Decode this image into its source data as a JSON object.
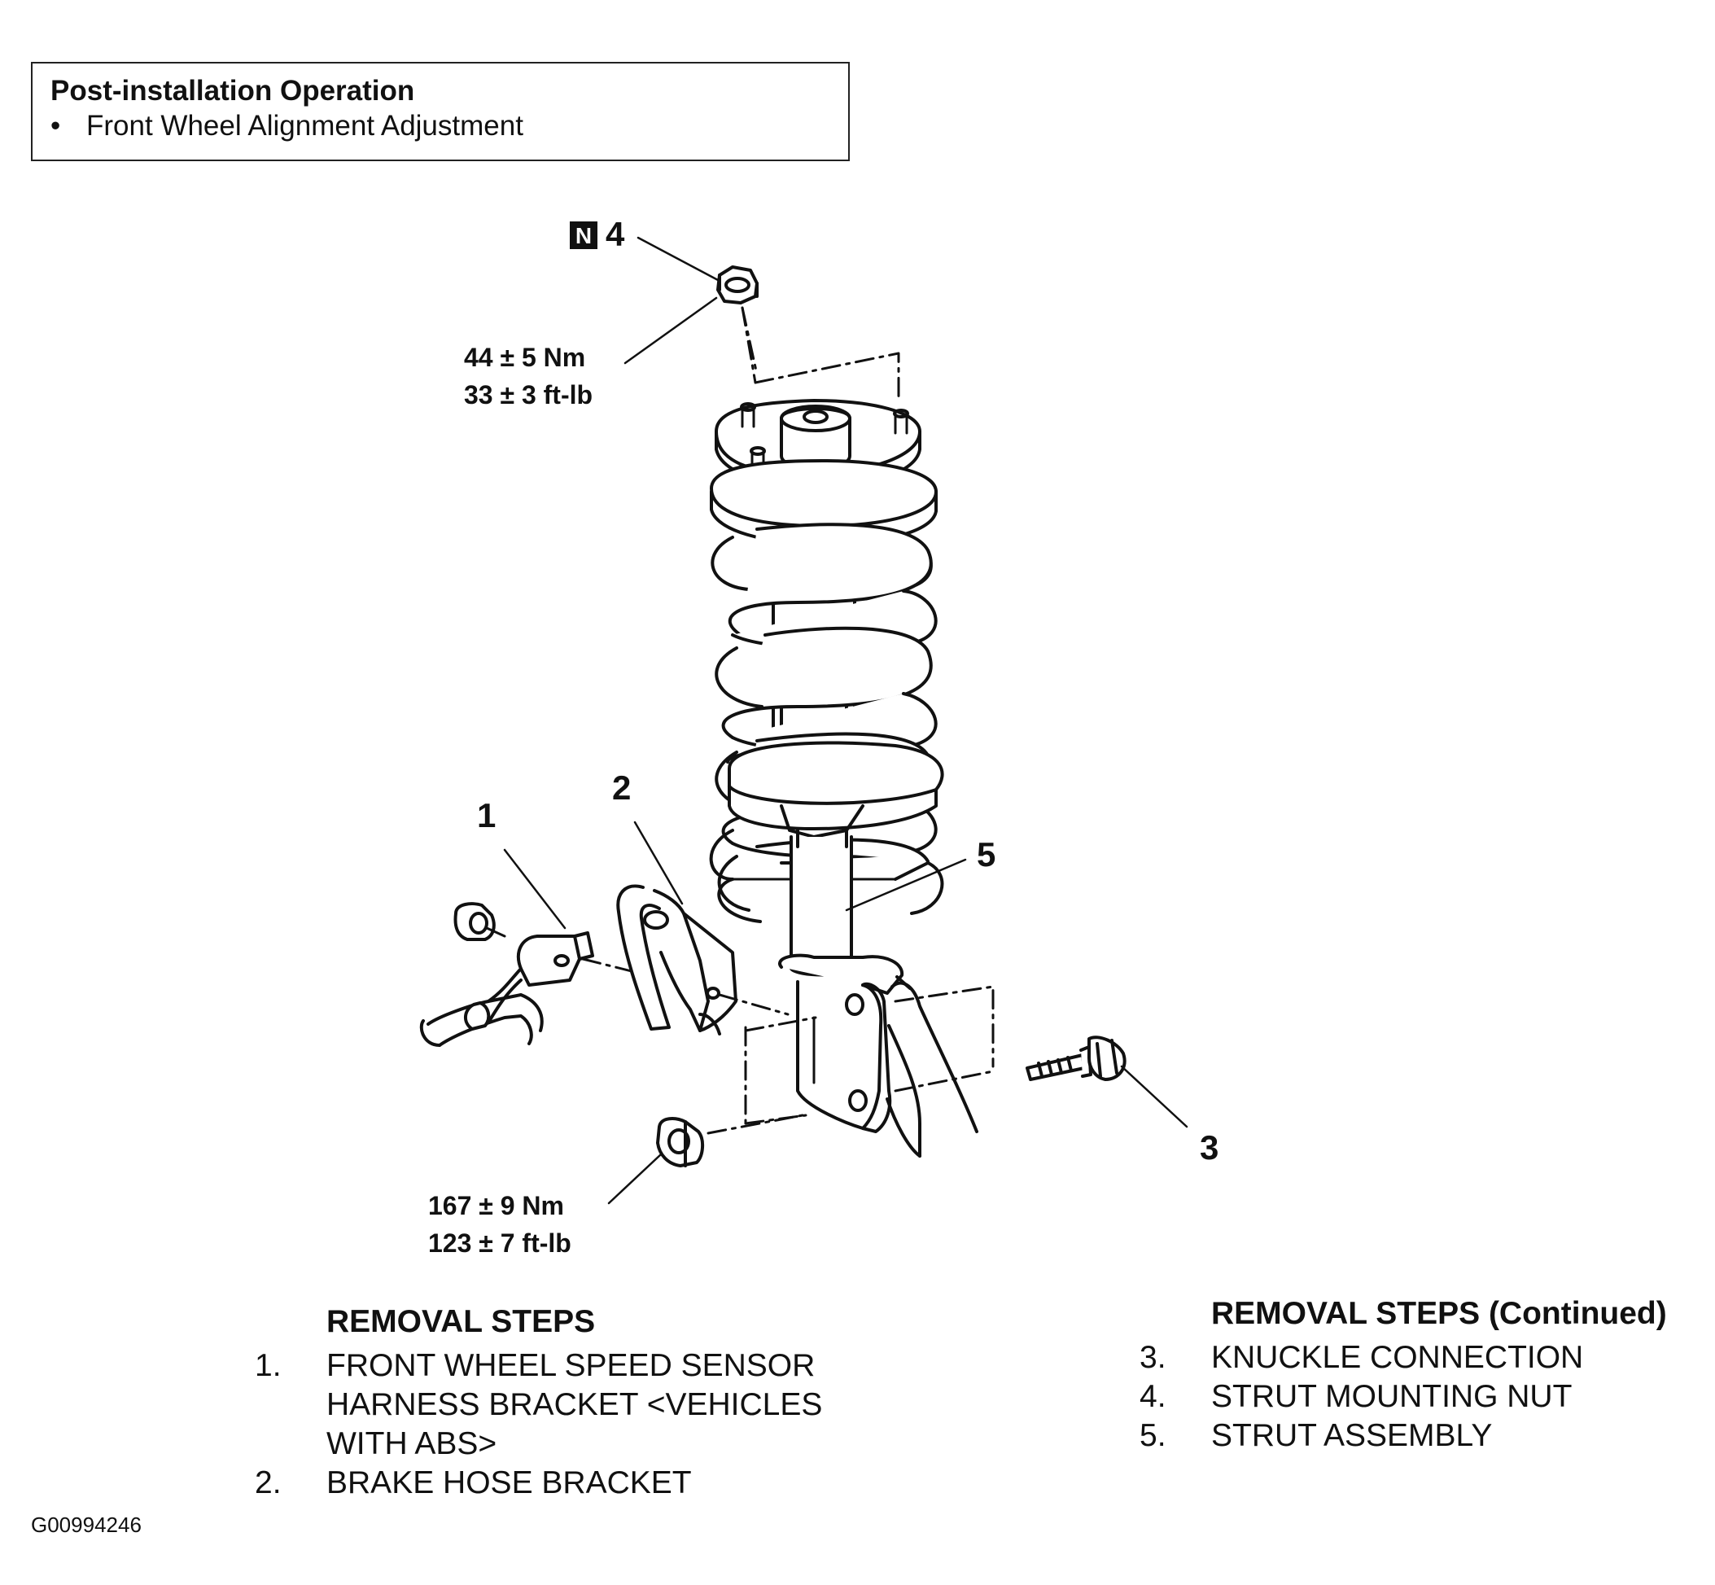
{
  "post_installation": {
    "title": "Post-installation Operation",
    "items": [
      "Front Wheel Alignment Adjustment"
    ]
  },
  "callouts": {
    "n_symbol": "N",
    "c1": "1",
    "c2": "2",
    "c3": "3",
    "c4": "4",
    "c5": "5"
  },
  "torque": {
    "top_nm": "44 ± 5 Nm",
    "top_ftlb": "33 ± 3 ft-lb",
    "bottom_nm": "167 ± 9 Nm",
    "bottom_ftlb": "123 ± 7 ft-lb"
  },
  "removal_steps": {
    "title": "REMOVAL STEPS",
    "steps": [
      {
        "num": "1.",
        "lines": [
          "FRONT WHEEL SPEED SENSOR",
          "HARNESS BRACKET <VEHICLES",
          "WITH ABS>"
        ]
      },
      {
        "num": "2.",
        "lines": [
          "BRAKE HOSE BRACKET"
        ]
      }
    ]
  },
  "removal_steps_continued": {
    "title": "REMOVAL STEPS (Continued)",
    "steps": [
      {
        "num": "3.",
        "lines": [
          "KNUCKLE CONNECTION"
        ]
      },
      {
        "num": "4.",
        "lines": [
          "STRUT MOUNTING NUT"
        ]
      },
      {
        "num": "5.",
        "lines": [
          "STRUT ASSEMBLY"
        ]
      }
    ]
  },
  "figure_id": "G00994246"
}
